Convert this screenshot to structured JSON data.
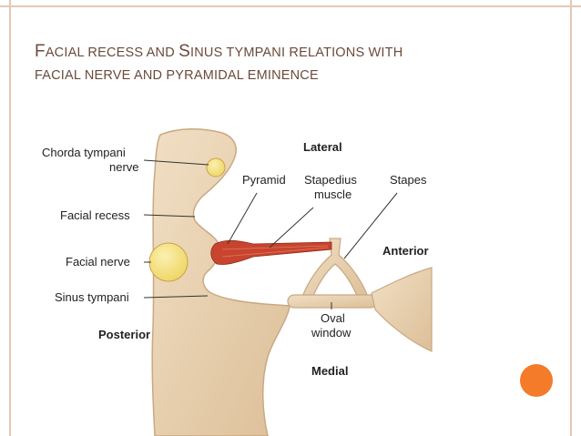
{
  "slide": {
    "title_line1_cap1": "F",
    "title_line1_rest1": "ACIAL RECESS AND ",
    "title_line1_cap2": "S",
    "title_line1_rest2": "INUS TYMPANI RELATIONS WITH",
    "title_line2": "FACIAL NERVE AND PYRAMIDAL EMINENCE"
  },
  "labels": {
    "chorda_tympani_1": "Chorda tympani",
    "chorda_tympani_2": "nerve",
    "facial_recess": "Facial recess",
    "facial_nerve": "Facial nerve",
    "sinus_tympani": "Sinus tympani",
    "posterior": "Posterior",
    "lateral": "Lateral",
    "pyramid": "Pyramid",
    "stapedius_1": "Stapedius",
    "stapedius_2": "muscle",
    "stapes": "Stapes",
    "anterior": "Anterior",
    "oval_window_1": "Oval",
    "oval_window_2": "window",
    "medial": "Medial"
  },
  "colors": {
    "frame": "#e6c6b6",
    "title": "#6b4a3a",
    "bone_fill": "#ecd5b5",
    "bone_stroke": "#c9a883",
    "nerve_fill": "#f6e27a",
    "muscle_fill": "#c8442e",
    "accent_dot": "#f47b2a"
  }
}
